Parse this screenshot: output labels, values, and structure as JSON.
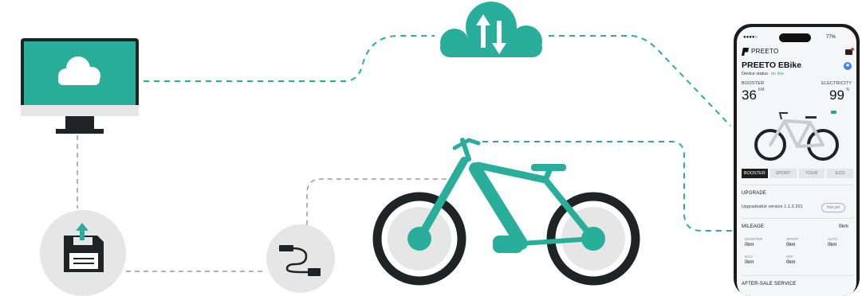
{
  "colors": {
    "accent": "#2aae9c",
    "dark": "#1e2326",
    "light_gray": "#e6e6e6",
    "white": "#ffffff"
  },
  "icons": [
    "monitor-cloud-icon",
    "cloud-sync-icon",
    "floppy-upload-icon",
    "usb-cable-icon",
    "ebike-icon"
  ],
  "phone": {
    "status_left": "●●●●○",
    "status_right": "77%",
    "brand": "PREETO",
    "title": "PREETO EBike",
    "device_status_label": "Device status",
    "device_status_value": "on line",
    "booster_label": "BOOSTER",
    "booster_value": "36",
    "booster_unit": "KM",
    "electricity_label": "ELECTRICITY",
    "electricity_value": "99",
    "electricity_unit": "%",
    "modes": [
      "BOOSTER",
      "SPORT",
      "TOUR",
      "ECO"
    ],
    "upgrade_title": "UPGRADE",
    "upgrade_text": "Upgradeable version 1.1.2.201",
    "upgrade_button": "Not yet",
    "mileage_title": "MILEAGE",
    "mileage_total": "0km",
    "mileage_cells": [
      {
        "label": "BOOSTER",
        "value": "0km"
      },
      {
        "label": "SPORT",
        "value": "0km"
      },
      {
        "label": "AUTO",
        "value": "0km"
      },
      {
        "label": "ECO",
        "value": "0km"
      },
      {
        "label": "OFF",
        "value": "0km"
      }
    ],
    "after_sale_title": "AFTER-SALE SERVICE"
  }
}
